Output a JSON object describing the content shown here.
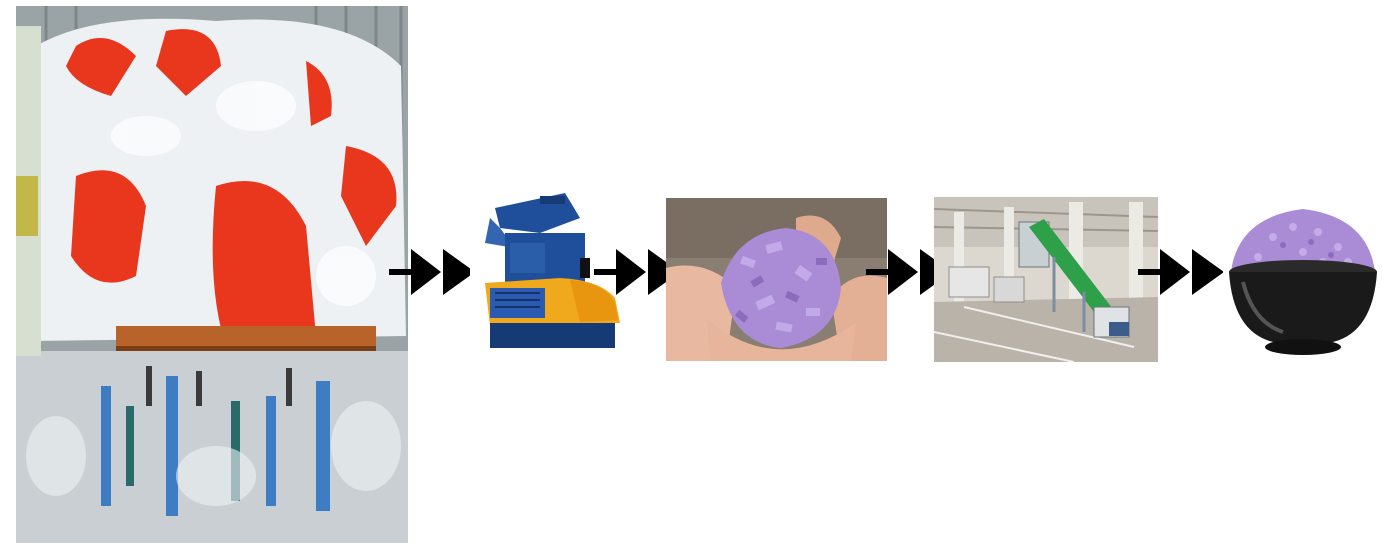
{
  "diagram": {
    "type": "process-flow",
    "direction": "left-to-right",
    "steps": [
      {
        "id": "step-1",
        "icon": "plastic-waste-bales-photo"
      },
      {
        "id": "step-2",
        "icon": "plastic-crusher-machine-photo"
      },
      {
        "id": "step-3",
        "icon": "shredded-plastic-flakes-in-hands-photo"
      },
      {
        "id": "step-4",
        "icon": "washing-line-conveyor-factory-photo"
      },
      {
        "id": "step-5",
        "icon": "plastic-pellets-in-bowl-photo"
      }
    ],
    "connectors": [
      {
        "from": "step-1",
        "to": "step-2",
        "icon": "double-arrow-right-icon"
      },
      {
        "from": "step-2",
        "to": "step-3",
        "icon": "double-arrow-right-icon"
      },
      {
        "from": "step-3",
        "to": "step-4",
        "icon": "double-arrow-right-icon"
      },
      {
        "from": "step-4",
        "to": "step-5",
        "icon": "double-arrow-right-icon"
      }
    ],
    "colors": {
      "arrow": "#000000",
      "bale_red": "#e8371d",
      "bale_white": "#f2f4f6",
      "machine_blue": "#1f4f9a",
      "machine_orange": "#f0a81c",
      "flake_purple": "#a98bd6",
      "conveyor_green": "#2ea04a",
      "bowl_black": "#1a1a1a"
    }
  }
}
